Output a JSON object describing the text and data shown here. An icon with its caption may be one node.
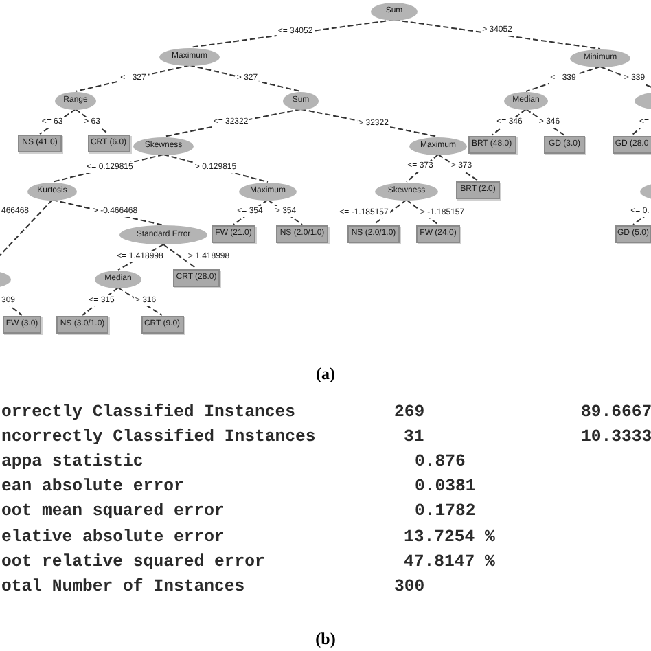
{
  "diagram": {
    "nodes": [
      {
        "text": [
          "Sum"
        ]
      },
      {
        "text": [
          "Maximum"
        ]
      },
      {
        "text": [
          "Minimum"
        ]
      },
      {
        "text": [
          "Range"
        ]
      },
      {
        "text": [
          "Sum"
        ]
      },
      {
        "text": [
          "Median"
        ]
      },
      {
        "text": [],
        "shape": "ellipse"
      },
      {
        "text": [
          "NS (41.0)"
        ]
      },
      {
        "text": [
          "CRT (6.0)"
        ]
      },
      {
        "text": [
          "Skewness"
        ]
      },
      {
        "text": [
          "Maximum"
        ]
      },
      {
        "text": [
          "BRT (48.0)"
        ]
      },
      {
        "text": [
          "GD (3.0)"
        ]
      },
      {
        "text": [
          "GD (28.0"
        ]
      },
      {
        "text": [
          "Kurtosis"
        ]
      },
      {
        "text": [
          "Maximum"
        ]
      },
      {
        "text": [
          "Skewness"
        ]
      },
      {
        "text": [
          "BRT (2.0)"
        ]
      },
      {
        "text": [],
        "shape": "ellipse"
      },
      {
        "text": [],
        "shape": "ellipse"
      },
      {
        "text": [
          "Standard Error"
        ]
      },
      {
        "text": [
          "FW (21.0)"
        ]
      },
      {
        "text": [
          "NS (2.0/1.0)"
        ]
      },
      {
        "text": [
          "NS (2.0/1.0)"
        ]
      },
      {
        "text": [
          "FW (24.0)"
        ]
      },
      {
        "text": [
          "GD (5.0)"
        ]
      },
      {
        "text": [
          "Median"
        ]
      },
      {
        "text": [
          "CRT (28.0)"
        ]
      },
      {
        "text": [
          "FW (3.0)"
        ]
      },
      {
        "text": [
          "NS (3.0/1.0)"
        ]
      },
      {
        "text": [
          "CRT (9.0)"
        ]
      }
    ],
    "edges": [
      {
        "from": 0,
        "to": 1,
        "arrow": "none",
        "style": "dashed",
        "label": "<= 34052"
      },
      {
        "from": 0,
        "to": 2,
        "arrow": "none",
        "style": "dashed",
        "label": "> 34052"
      },
      {
        "from": 1,
        "to": 3,
        "arrow": "none",
        "style": "dashed",
        "label": "<= 327"
      },
      {
        "from": 1,
        "to": 4,
        "arrow": "none",
        "style": "dashed",
        "label": "> 327"
      },
      {
        "from": 2,
        "to": 5,
        "arrow": "none",
        "style": "dashed",
        "label": "<= 339"
      },
      {
        "from": 2,
        "to": 6,
        "arrow": "none",
        "style": "dashed",
        "label": "> 339"
      },
      {
        "from": 3,
        "to": 7,
        "arrow": "none",
        "style": "dashed",
        "label": "<= 63"
      },
      {
        "from": 3,
        "to": 8,
        "arrow": "none",
        "style": "dashed",
        "label": "> 63"
      },
      {
        "from": 4,
        "to": 9,
        "arrow": "none",
        "style": "dashed",
        "label": "<= 32322"
      },
      {
        "from": 4,
        "to": 10,
        "arrow": "none",
        "style": "dashed",
        "label": "> 32322"
      },
      {
        "from": 5,
        "to": 11,
        "arrow": "none",
        "style": "dashed",
        "label": "<= 346"
      },
      {
        "from": 5,
        "to": 12,
        "arrow": "none",
        "style": "dashed",
        "label": "> 346"
      },
      {
        "from": 6,
        "to": 13,
        "arrow": "none",
        "style": "dashed",
        "label": "<="
      },
      {
        "from": 9,
        "to": 14,
        "arrow": "none",
        "style": "dashed",
        "label": "<= 0.129815"
      },
      {
        "from": 9,
        "to": 15,
        "arrow": "none",
        "style": "dashed",
        "label": "> 0.129815"
      },
      {
        "from": 10,
        "to": 16,
        "arrow": "none",
        "style": "dashed",
        "label": "<= 373"
      },
      {
        "from": 10,
        "to": 17,
        "arrow": "none",
        "style": "dashed",
        "label": "> 373"
      },
      {
        "from": 18,
        "to": 25,
        "arrow": "none",
        "style": "dashed",
        "label": "<= 0."
      },
      {
        "from": 14,
        "to": 19,
        "arrow": "none",
        "style": "dashed",
        "label": "466468"
      },
      {
        "from": 14,
        "to": 20,
        "arrow": "none",
        "style": "dashed",
        "label": "> -0.466468"
      },
      {
        "from": 15,
        "to": 21,
        "arrow": "none",
        "style": "dashed",
        "label": "<= 354"
      },
      {
        "from": 15,
        "to": 22,
        "arrow": "none",
        "style": "dashed",
        "label": "> 354"
      },
      {
        "from": 16,
        "to": 23,
        "arrow": "none",
        "style": "dashed",
        "label": "<= -1.185157"
      },
      {
        "from": 16,
        "to": 24,
        "arrow": "none",
        "style": "dashed",
        "label": "> -1.185157"
      },
      {
        "from": 19,
        "to": 28,
        "arrow": "none",
        "style": "dashed",
        "label": "309"
      },
      {
        "from": 20,
        "to": 26,
        "arrow": "none",
        "style": "dashed",
        "label": "<= 1.418998"
      },
      {
        "from": 20,
        "to": 27,
        "arrow": "none",
        "style": "dashed",
        "label": "> 1.418998"
      },
      {
        "from": 26,
        "to": 29,
        "arrow": "none",
        "style": "dashed",
        "label": "<= 315"
      },
      {
        "from": 26,
        "to": 30,
        "arrow": "none",
        "style": "dashed",
        "label": "> 316"
      }
    ],
    "labels": [
      "(a)",
      "orrectly Classified Instances",
      "269",
      "89.6667",
      "ncorrectly Classified Instances",
      "31",
      "10.3333",
      "appa statistic",
      "0.876",
      "ean absolute error",
      "0.0381",
      "oot mean squared error",
      "0.1782",
      "elative absolute error",
      "13.7254 %",
      "oot relative squared error",
      "47.8147 %",
      "otal Number of Instances",
      "300",
      "(b)"
    ]
  }
}
